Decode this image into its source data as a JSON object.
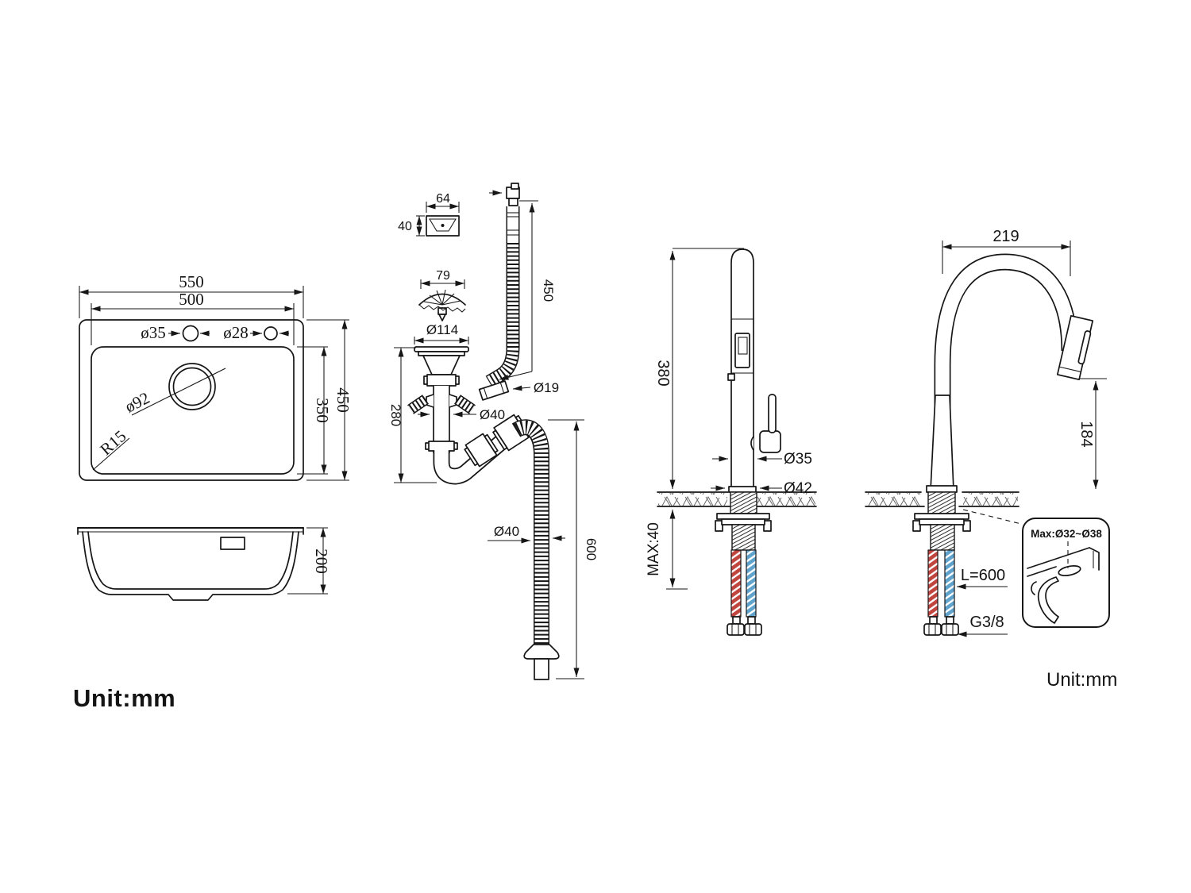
{
  "unit_left": "Unit:mm",
  "unit_right": "Unit:mm",
  "sink_top": {
    "w_outer": "550",
    "w_inner": "500",
    "hole_left": "ø35",
    "hole_right": "ø28",
    "drain_dia": "ø92",
    "corner_r": "R15",
    "h_inner": "350",
    "h_outer": "450"
  },
  "sink_side": {
    "depth": "200"
  },
  "drain": {
    "cover_w": "64",
    "cover_h": "40",
    "basket_w": "79",
    "flange_dia": "Ø114",
    "overflow_len": "450",
    "overflow_dia": "Ø19",
    "tail_dia": "Ø40",
    "trap_h": "280",
    "hose_dia": "Ø40",
    "hose_len": "600"
  },
  "faucet_side": {
    "height": "380",
    "body_dia": "Ø35",
    "base_dia": "Ø42",
    "deck_max": "MAX:40"
  },
  "faucet_front": {
    "reach": "219",
    "spout_h": "184",
    "hose_len": "L=600",
    "thread": "G3/8",
    "hole_range": "Max:Ø32~Ø38"
  },
  "colors": {
    "hot_hose": "#c0453e",
    "cold_hose": "#5fa3cc",
    "line": "#161616"
  }
}
